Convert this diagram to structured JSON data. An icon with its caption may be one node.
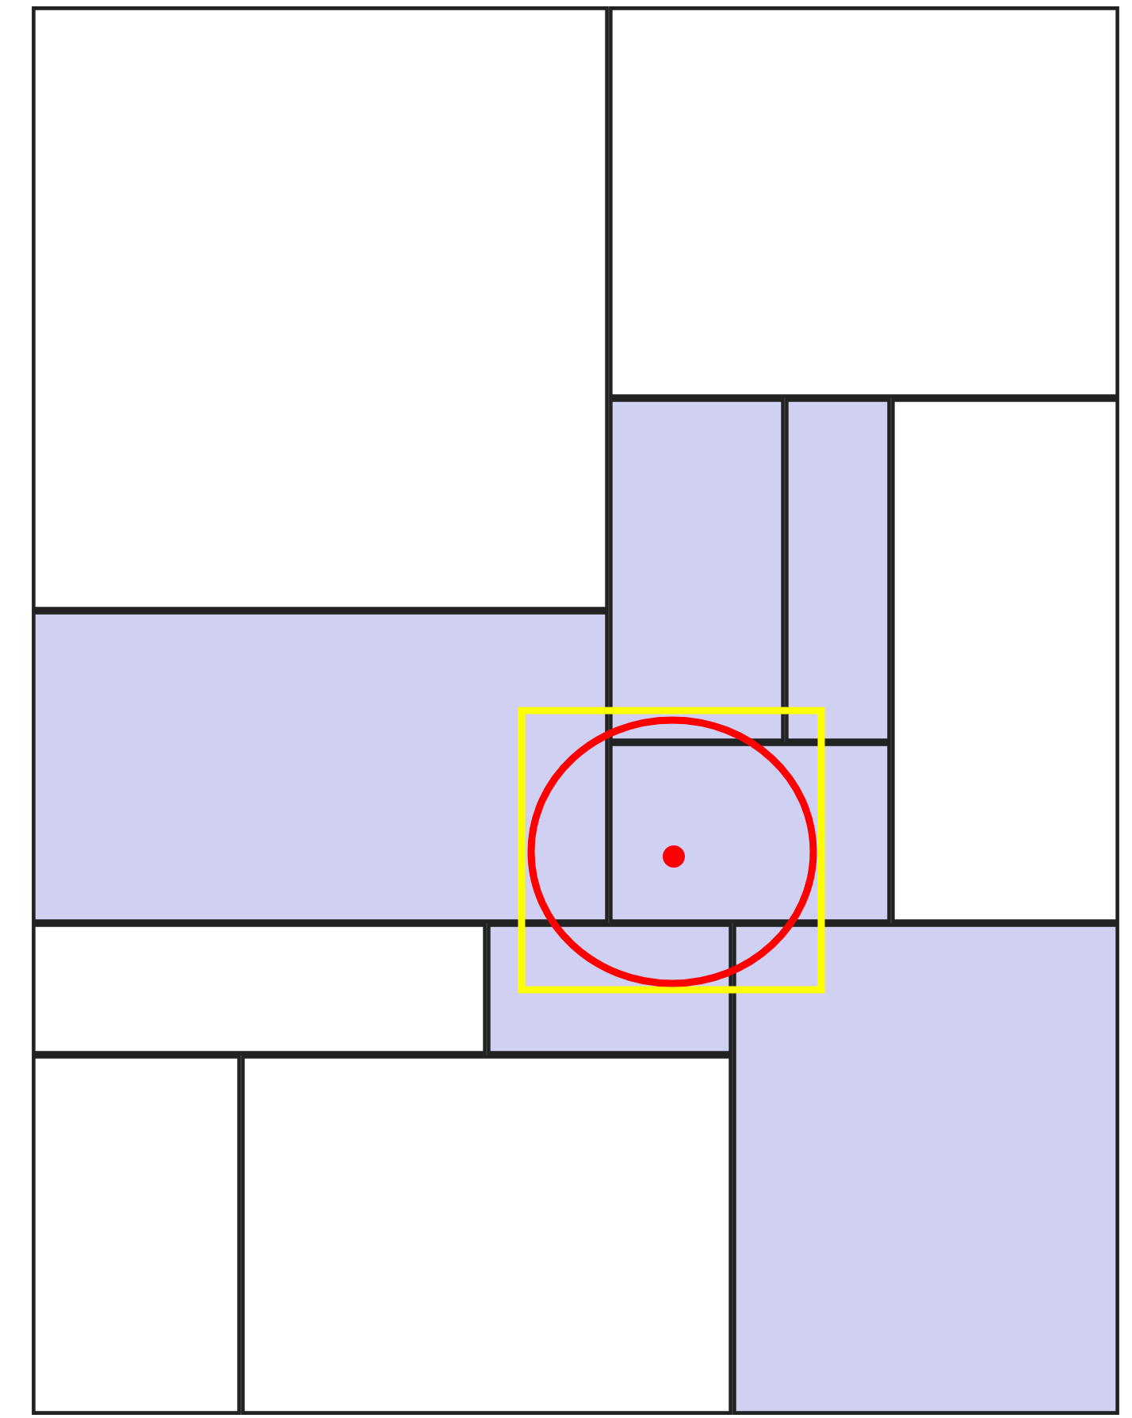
{
  "diagram": {
    "nodes": [
      {
        "text": [],
        "shape": "box"
      },
      {
        "text": [],
        "shape": "box"
      },
      {
        "text": [],
        "shape": "box"
      },
      {
        "text": [],
        "shape": "box"
      },
      {
        "text": [],
        "shape": "box"
      },
      {
        "text": [],
        "shape": "box"
      },
      {
        "text": [],
        "shape": "box"
      },
      {
        "text": [],
        "shape": "box"
      },
      {
        "text": [],
        "shape": "box"
      },
      {
        "text": [],
        "shape": "box"
      },
      {
        "text": [],
        "shape": "box"
      },
      {
        "text": [],
        "shape": "box"
      },
      {
        "text": [],
        "shape": "box"
      },
      {
        "text": [],
        "shape": "circle"
      },
      {
        "text": [],
        "shape": "circle"
      }
    ]
  }
}
